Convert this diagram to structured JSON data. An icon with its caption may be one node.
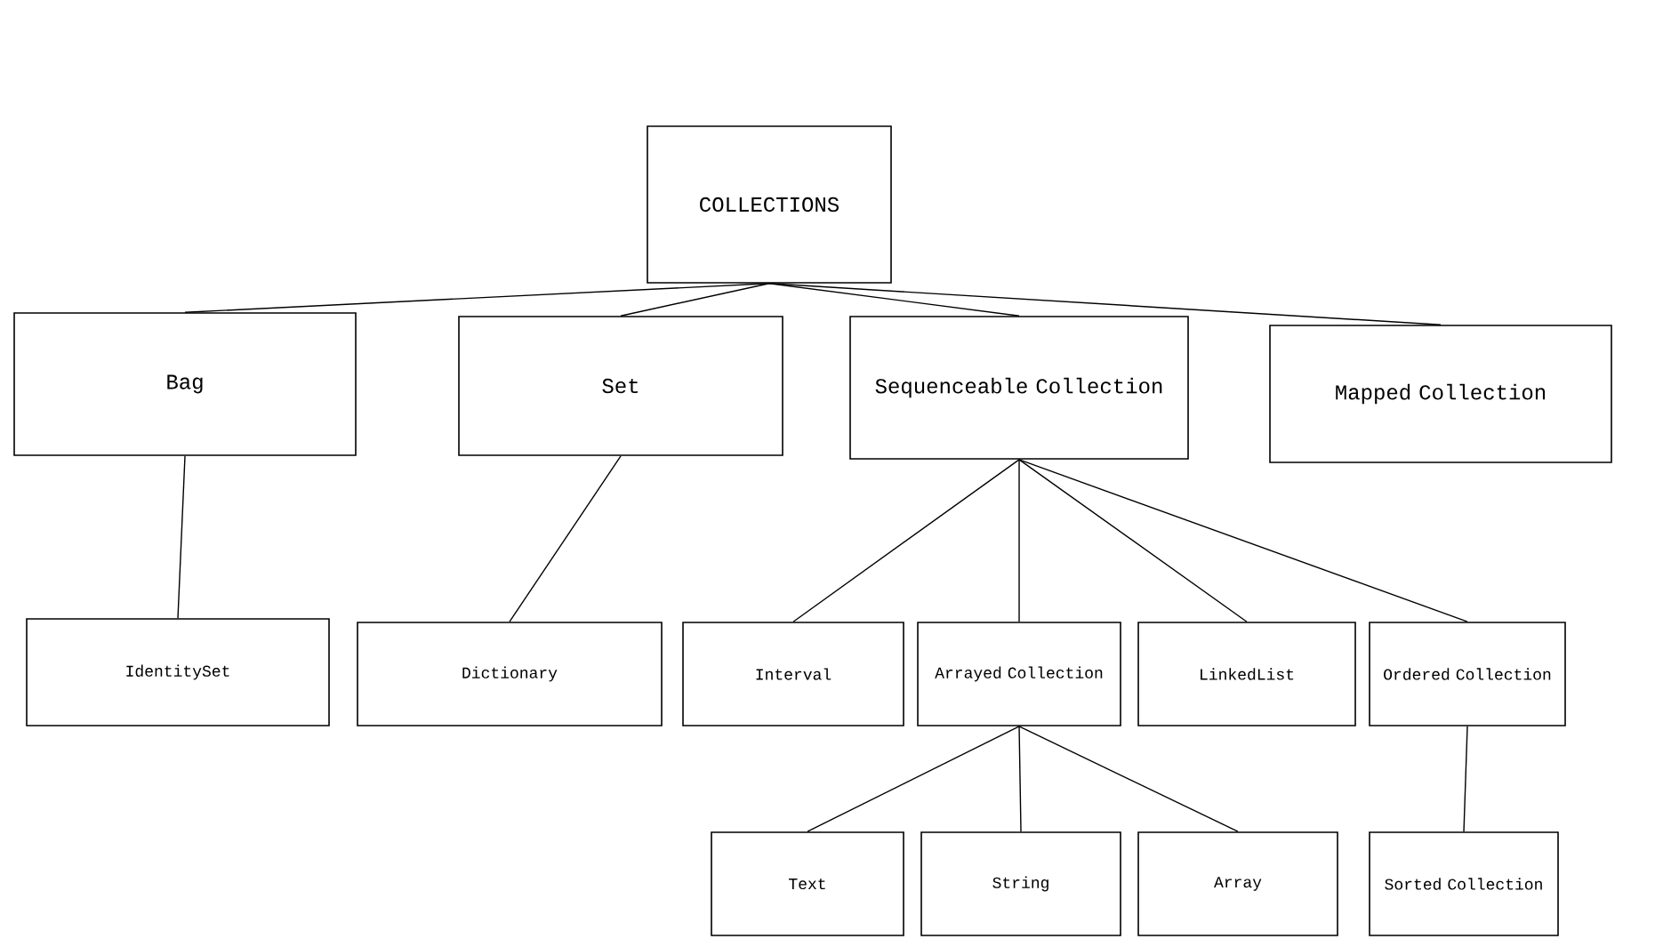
{
  "diagram": {
    "nodes": [
      {
        "text": [
          "COLLECTIONS"
        ]
      },
      {
        "text": [
          "Bag"
        ]
      },
      {
        "text": [
          "Set"
        ]
      },
      {
        "text": [
          "Sequenceable Collection"
        ]
      },
      {
        "text": [
          "Mapped Collection"
        ]
      },
      {
        "text": [
          "IdentitySet"
        ]
      },
      {
        "text": [
          "Dictionary"
        ]
      },
      {
        "text": [
          "Interval"
        ]
      },
      {
        "text": [
          "Arrayed Collection"
        ]
      },
      {
        "text": [
          "LinkedList"
        ]
      },
      {
        "text": [
          "Ordered Collection"
        ]
      },
      {
        "text": [
          "Text"
        ]
      },
      {
        "text": [
          "String"
        ]
      },
      {
        "text": [
          "Array"
        ]
      },
      {
        "text": [
          "Sorted Collection"
        ]
      }
    ],
    "edges": [
      {
        "from": 0,
        "to": 1,
        "arrow": "none"
      },
      {
        "from": 0,
        "to": 2,
        "arrow": "none"
      },
      {
        "from": 0,
        "to": 3,
        "arrow": "none"
      },
      {
        "from": 0,
        "to": 4,
        "arrow": "none"
      },
      {
        "from": 1,
        "to": 5,
        "arrow": "none"
      },
      {
        "from": 2,
        "to": 6,
        "arrow": "none"
      },
      {
        "from": 3,
        "to": 7,
        "arrow": "none"
      },
      {
        "from": 3,
        "to": 8,
        "arrow": "none"
      },
      {
        "from": 3,
        "to": 9,
        "arrow": "none"
      },
      {
        "from": 3,
        "to": 10,
        "arrow": "none"
      },
      {
        "from": 8,
        "to": 11,
        "arrow": "none"
      },
      {
        "from": 8,
        "to": 12,
        "arrow": "none"
      },
      {
        "from": 8,
        "to": 13,
        "arrow": "none"
      },
      {
        "from": 10,
        "to": 14,
        "arrow": "none"
      }
    ]
  }
}
